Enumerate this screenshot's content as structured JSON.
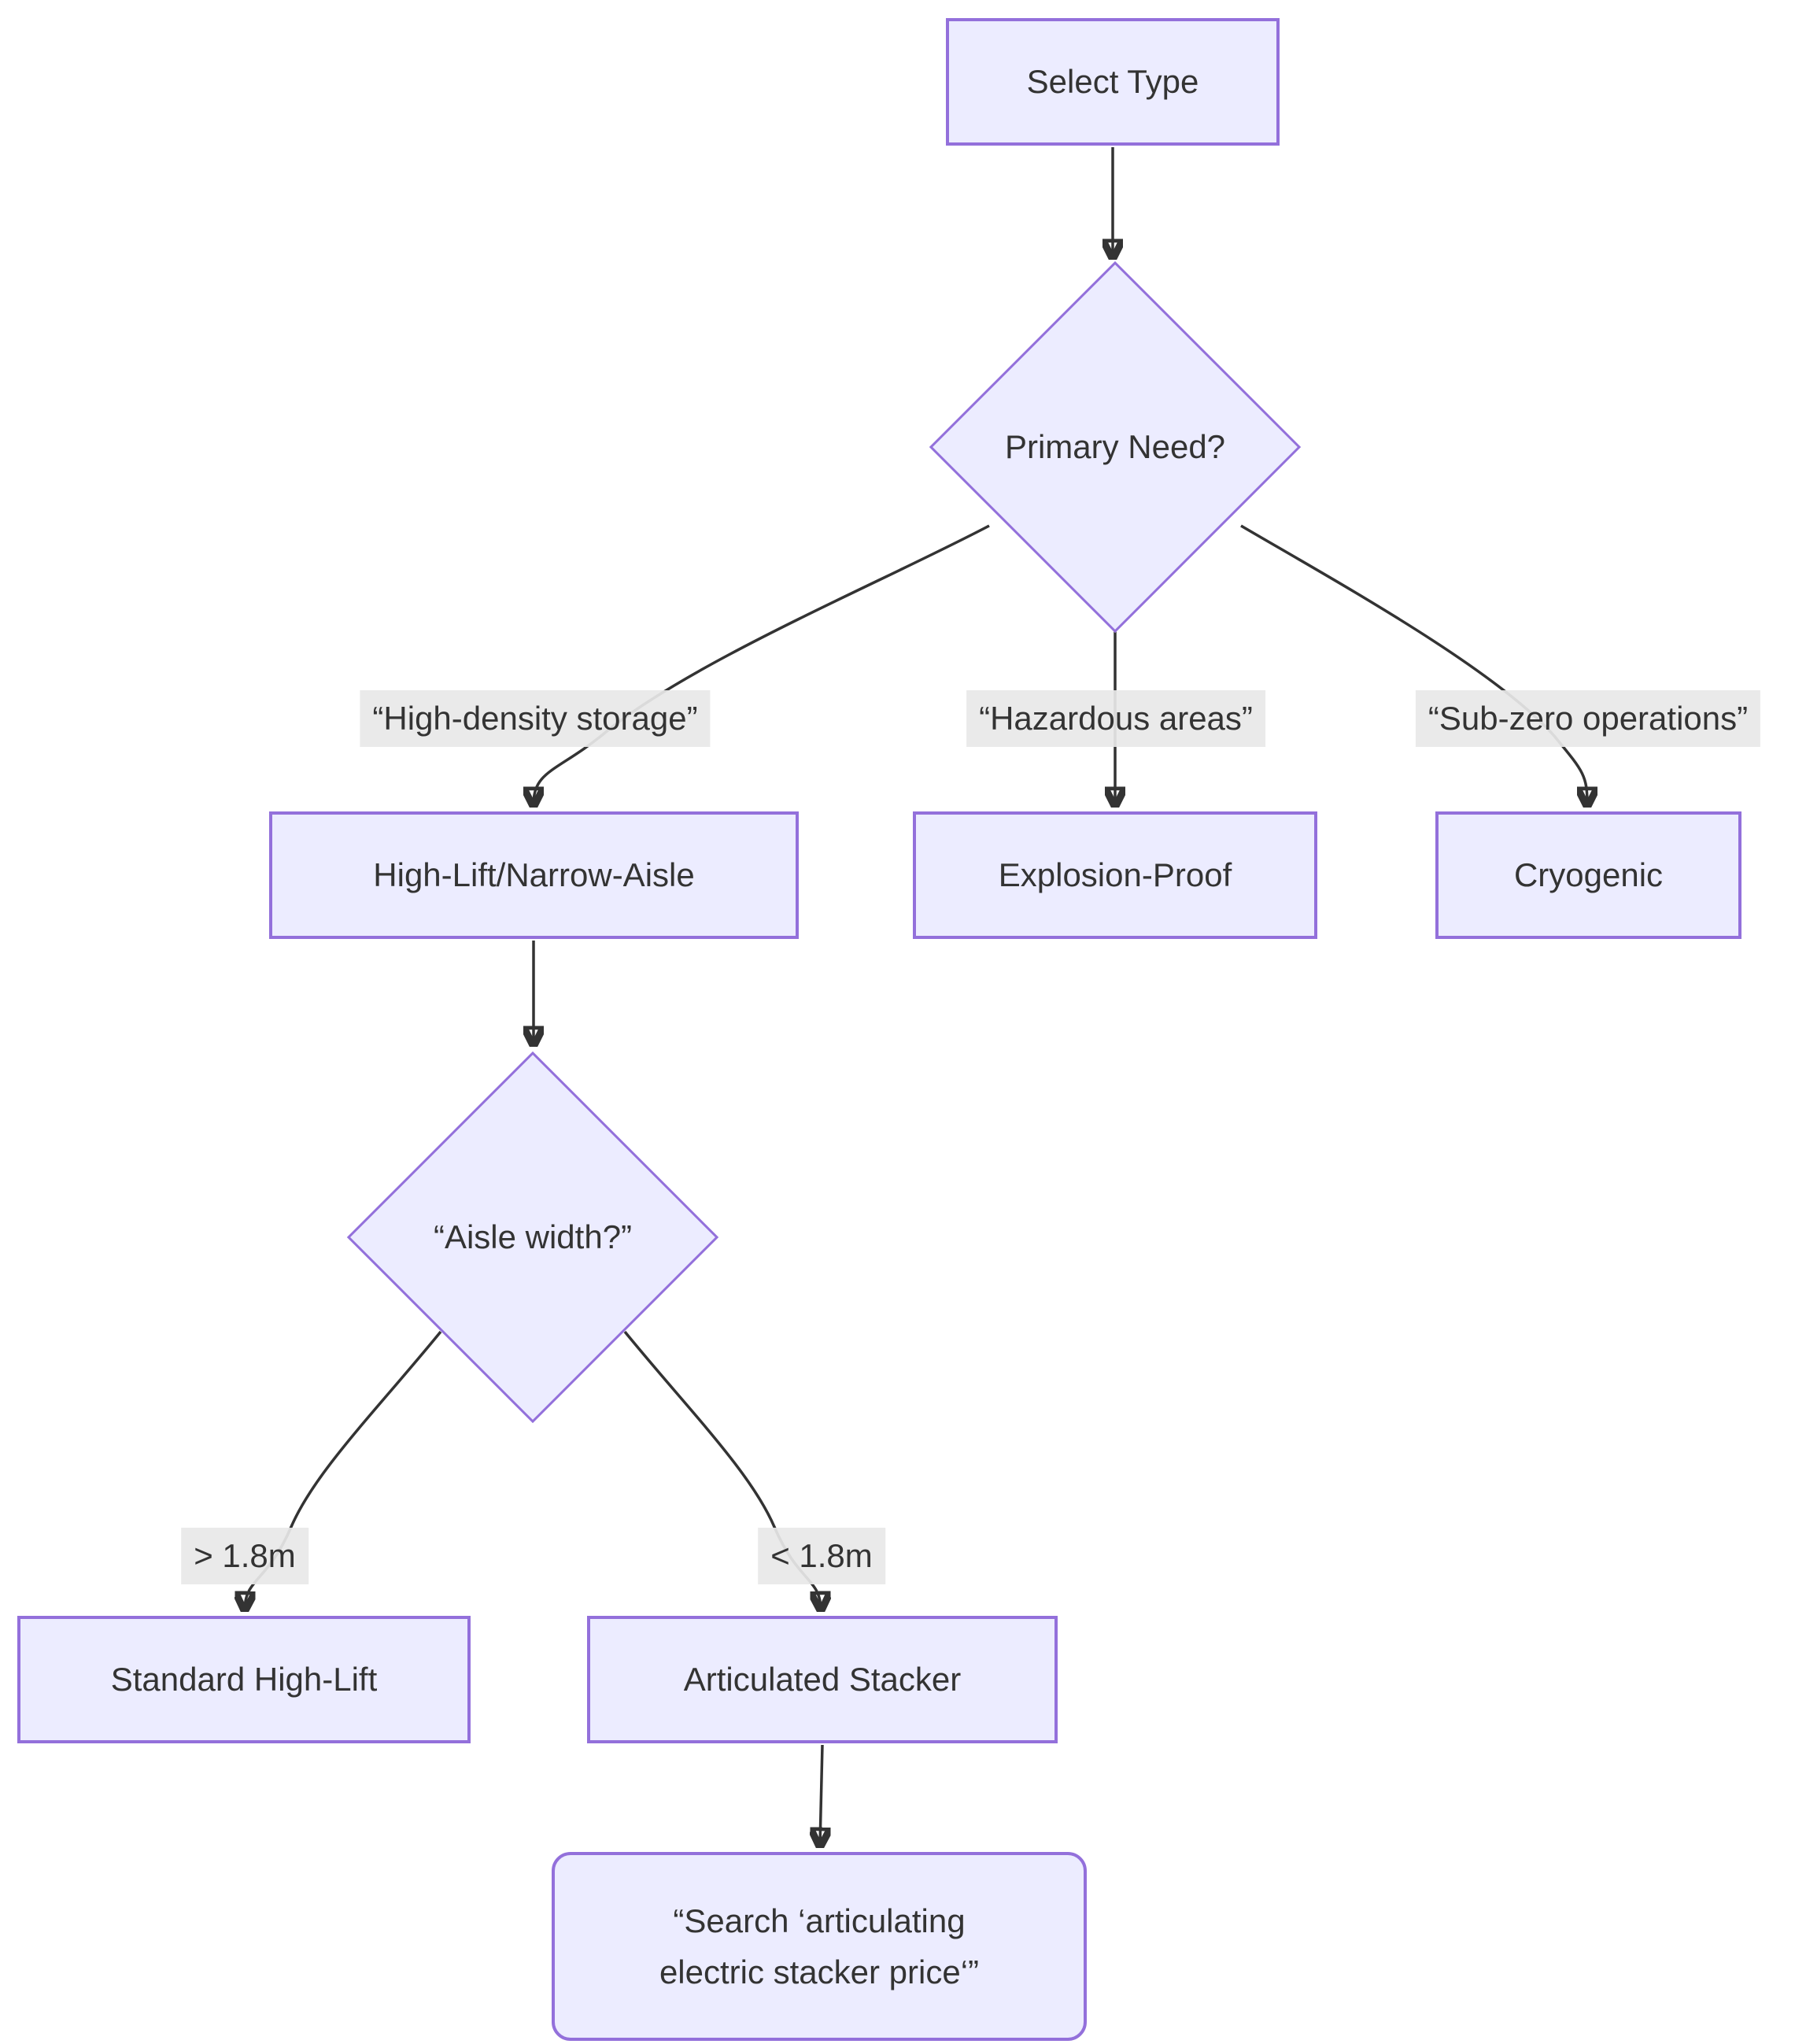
{
  "diagram_type": "flowchart-top-down",
  "nodes": {
    "select_type": {
      "label": "Select Type",
      "shape": "rect"
    },
    "primary_need": {
      "label": "Primary Need?",
      "shape": "diamond"
    },
    "high_lift_narrow_aisle": {
      "label": "High-Lift/Narrow-Aisle",
      "shape": "rect"
    },
    "explosion_proof": {
      "label": "Explosion-Proof",
      "shape": "rect"
    },
    "cryogenic": {
      "label": "Cryogenic",
      "shape": "rect"
    },
    "aisle_width": {
      "label": "“Aisle width?”",
      "shape": "diamond"
    },
    "standard_high_lift": {
      "label": "Standard High-Lift",
      "shape": "rect"
    },
    "articulated_stacker": {
      "label": "Articulated Stacker",
      "shape": "rect"
    },
    "search_action": {
      "label": "“Search ‘articulating electric stacker price‘”",
      "lines": [
        "“Search ‘articulating",
        "electric stacker price‘”"
      ],
      "shape": "rounded-rect"
    }
  },
  "edges": [
    {
      "from": "select_type",
      "to": "primary_need",
      "label": ""
    },
    {
      "from": "primary_need",
      "to": "high_lift_narrow_aisle",
      "label": "“High-density storage”"
    },
    {
      "from": "primary_need",
      "to": "explosion_proof",
      "label": "“Hazardous areas”"
    },
    {
      "from": "primary_need",
      "to": "cryogenic",
      "label": "“Sub-zero operations”"
    },
    {
      "from": "high_lift_narrow_aisle",
      "to": "aisle_width",
      "label": ""
    },
    {
      "from": "aisle_width",
      "to": "standard_high_lift",
      "label": "> 1.8m"
    },
    {
      "from": "aisle_width",
      "to": "articulated_stacker",
      "label": "< 1.8m"
    },
    {
      "from": "articulated_stacker",
      "to": "search_action",
      "label": ""
    }
  ],
  "colors": {
    "node_fill": "#ECECFF",
    "node_border": "#9370DB",
    "edge_color": "#333333",
    "text_color": "#333333",
    "canvas_bg": "#FFFFFF"
  }
}
